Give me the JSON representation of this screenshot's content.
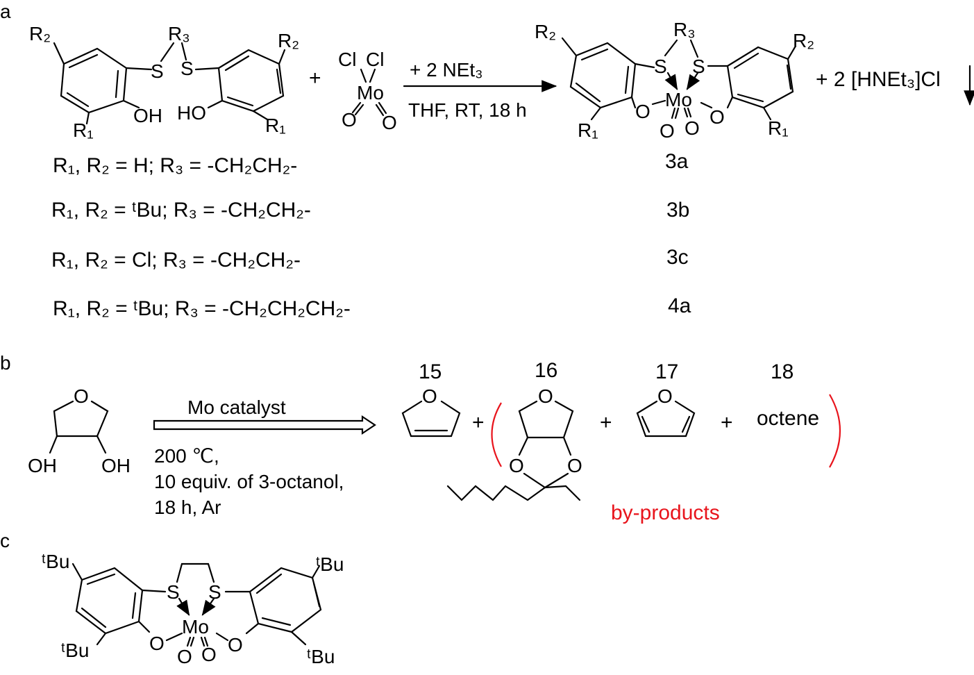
{
  "panels": {
    "a": "a",
    "b": "b",
    "c": "c"
  },
  "scheme_a": {
    "reactant_labels": {
      "r2_left": "R₂",
      "r3": "R₃",
      "r2_right": "R₂",
      "s_left": "S",
      "s_right": "S",
      "oh_left": "OH",
      "ho_right": "HO",
      "r1_left": "R₁",
      "r1_right": "R₁"
    },
    "plus1": "+",
    "moo2cl2": {
      "cl1": "Cl",
      "cl2": "Cl",
      "mo": "Mo",
      "o1": "O",
      "o2": "O"
    },
    "reagent_above": "+  2 NEt₃",
    "conditions_below": "THF,  RT,  18 h",
    "product_labels": {
      "r2_left": "R₂",
      "r3": "R₃",
      "r2_right": "R₂",
      "s_left": "S",
      "s_right": "S",
      "mo": "Mo",
      "o_left": "O",
      "o_right": "O",
      "oxo1": "O",
      "oxo2": "O",
      "r1_left": "R₁",
      "r1_right": "R₁"
    },
    "byproduct": "+  2 [HNEt₃]Cl",
    "variants": [
      {
        "substituents": "R₁, R₂ = H; R₃ = -CH₂CH₂-",
        "compound": "3a"
      },
      {
        "substituents": "R₁, R₂ = ᵗBu; R₃ = -CH₂CH₂-",
        "compound": "3b"
      },
      {
        "substituents": "R₁, R₂ = Cl; R₃ = -CH₂CH₂-",
        "compound": "3c"
      },
      {
        "substituents": "R₁, R₂ = ᵗBu; R₃ = -CH₂CH₂CH₂-",
        "compound": "4a"
      }
    ]
  },
  "scheme_b": {
    "substrate": {
      "o": "O",
      "oh_left": "OH",
      "oh_right": "OH"
    },
    "arrow_label": "Mo catalyst",
    "conditions": [
      "200 ℃,",
      "10 equiv. of 3-octanol,",
      "18 h, Ar"
    ],
    "products": [
      {
        "number": "15",
        "atom": "O"
      },
      {
        "number": "16",
        "atoms": [
          "O",
          "O",
          "O"
        ]
      },
      {
        "number": "17",
        "atom": "O"
      },
      {
        "number": "18",
        "name": "octene"
      }
    ],
    "plus": "+",
    "byproducts_label": "by-products",
    "byproducts_color": "#e8141c"
  },
  "scheme_c": {
    "labels": {
      "tbu_tl": "ᵗBu",
      "tbu_tr": "ᵗBu",
      "tbu_bl": "ᵗBu",
      "tbu_br": "ᵗBu",
      "s_left": "S",
      "s_right": "S",
      "mo": "Mo",
      "o_left": "O",
      "o_right": "O",
      "oxo1": "O",
      "oxo2": "O"
    }
  }
}
